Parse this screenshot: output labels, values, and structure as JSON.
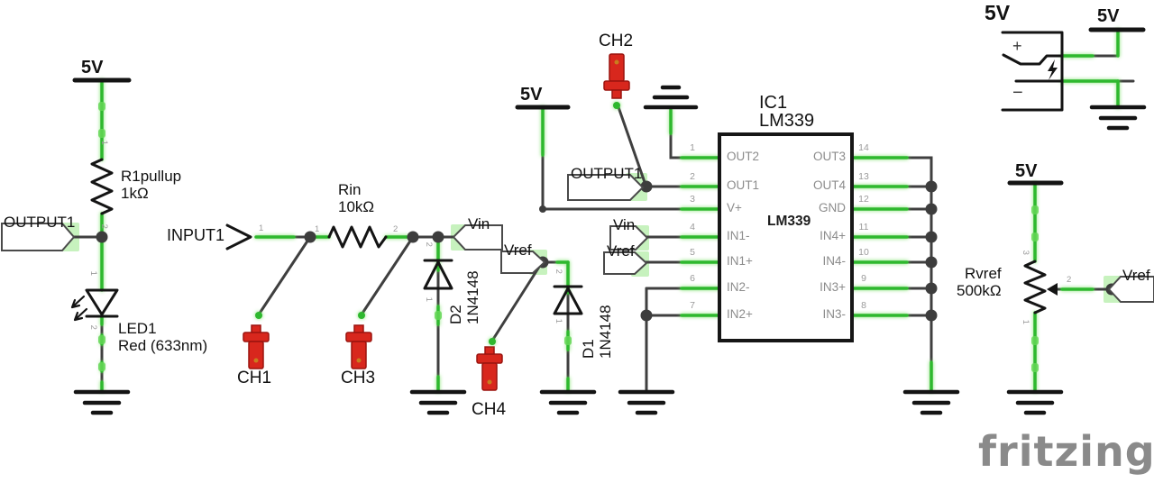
{
  "logo": {
    "text": "fritzing"
  },
  "rails": {
    "r1_5v": "5V",
    "mid_5v": "5V",
    "pot_5v": "5V",
    "supply_title_5v": "5V",
    "supply_rail_5v": "5V"
  },
  "supply": {
    "plus": "+",
    "minus": "−"
  },
  "connectors": {
    "input1": {
      "label": "INPUT1",
      "pin": "1"
    }
  },
  "probes": {
    "ch1": "CH1",
    "ch2": "CH2",
    "ch3": "CH3",
    "ch4": "CH4"
  },
  "net_flags": {
    "output1_left": "OUTPUT1",
    "output1_mid": "OUTPUT1",
    "vin_src": "Vin",
    "vin_ic": "Vin",
    "vref_src": "Vref",
    "vref_ic": "Vref",
    "vref_pot": "Vref"
  },
  "components": {
    "r1": {
      "label": "R1pullup",
      "value": "1kΩ",
      "pins": [
        "1",
        "2"
      ]
    },
    "rin": {
      "label": "Rin",
      "value": "10kΩ",
      "pins": [
        "1",
        "2"
      ]
    },
    "rvref": {
      "label": "Rvref",
      "value": "500kΩ",
      "pins": [
        "3",
        "2",
        "1"
      ]
    },
    "led1": {
      "label": "LED1",
      "value": "Red (633nm)",
      "pins": [
        "1",
        "2"
      ]
    },
    "d2": {
      "label": "D2",
      "value": "1N4148",
      "pins": [
        "2",
        "1"
      ]
    },
    "d1": {
      "label": "D1",
      "value": "1N4148",
      "pins": [
        "2",
        "1"
      ]
    },
    "ic1": {
      "designator": "IC1",
      "part": "LM339",
      "center_label": "LM339",
      "left_pins": [
        {
          "number": "1",
          "label": "OUT2"
        },
        {
          "number": "2",
          "label": "OUT1"
        },
        {
          "number": "3",
          "label": "V+"
        },
        {
          "number": "4",
          "label": "IN1-"
        },
        {
          "number": "5",
          "label": "IN1+"
        },
        {
          "number": "6",
          "label": "IN2-"
        },
        {
          "number": "7",
          "label": "IN2+"
        }
      ],
      "right_pins": [
        {
          "number": "14",
          "label": "OUT3"
        },
        {
          "number": "13",
          "label": "OUT4"
        },
        {
          "number": "12",
          "label": "GND"
        },
        {
          "number": "11",
          "label": "IN4+"
        },
        {
          "number": "10",
          "label": "IN4-"
        },
        {
          "number": "9",
          "label": "IN3+"
        },
        {
          "number": "8",
          "label": "IN3-"
        }
      ]
    }
  },
  "colors": {
    "wire_green": "#2eb82e",
    "wire_dark": "#3f3f3f",
    "probe_red": "#d8271d",
    "highlight_green": "#8fe57d",
    "logo_gray": "#8a8a8a"
  }
}
